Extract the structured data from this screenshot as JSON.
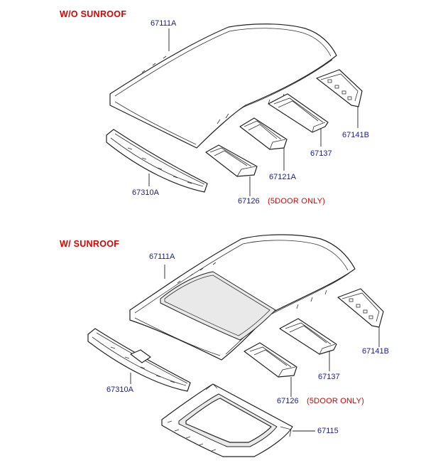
{
  "sections": {
    "without_sunroof": {
      "title": "W/O  SUNROOF",
      "note": "(5DOOR  ONLY)",
      "parts": {
        "roof_panel": "67111A",
        "rear_rail": "67141B",
        "crossmember_67137": "67137",
        "crossmember_67121a": "67121A",
        "crossmember_67126": "67126",
        "front_rail": "67310A"
      }
    },
    "with_sunroof": {
      "title": "W/  SUNROOF",
      "note": "(5DOOR  ONLY)",
      "parts": {
        "roof_panel": "67111A",
        "rear_rail": "67141B",
        "crossmember_67137": "67137",
        "crossmember_67126": "67126",
        "front_rail": "67310A",
        "sunroof_frame": "67115"
      }
    }
  },
  "colors": {
    "section_title": "#e00000",
    "part_label": "#1a1a9a",
    "line_art": "#222222"
  }
}
